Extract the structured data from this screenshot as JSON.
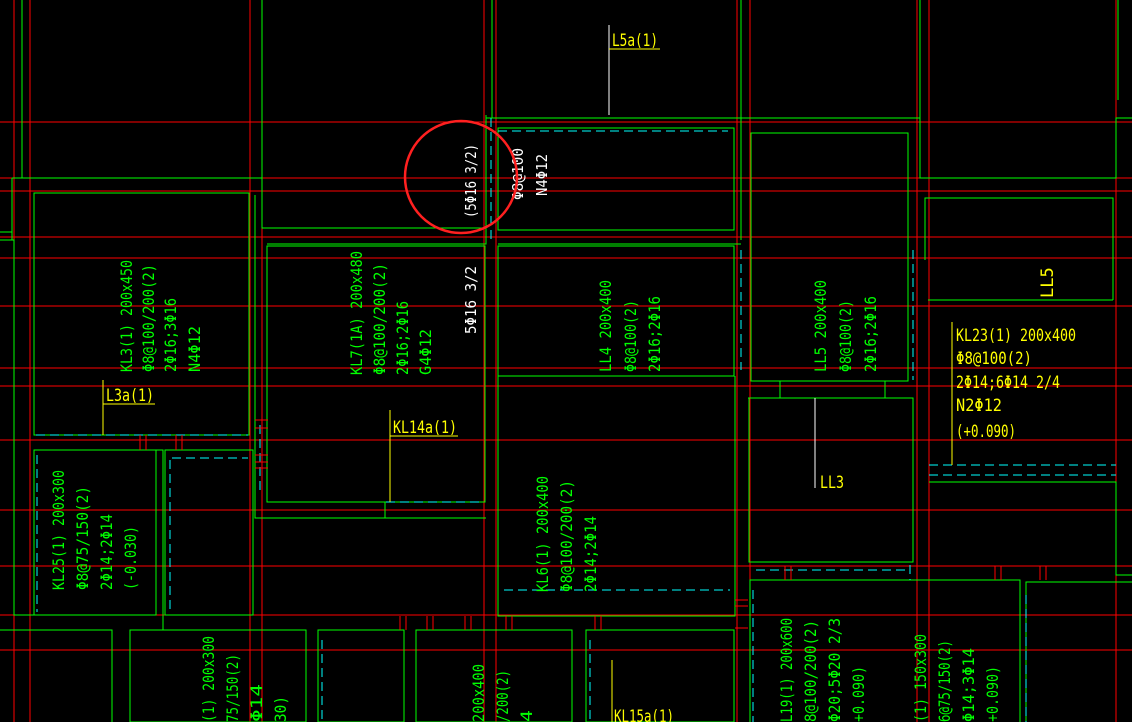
{
  "colors": {
    "background": "#000000",
    "axis": "#ff0000",
    "beam": "#00ff00",
    "hidden": "#00ffff",
    "label_yellow": "#ffff00",
    "label_white": "#ffffff",
    "label_green": "#00ff00",
    "highlight": "#ff2020"
  },
  "labels": {
    "l5a": "L5a(1)",
    "l3a": "L3a(1)",
    "kl14a": "KL14a(1)",
    "ll3": "LL3",
    "ll5_top": "LL5",
    "kl15a": "KL15a(1)",
    "circle_tag": "(5Φ16 3/2)",
    "slab_stirrup": "Φ8@100",
    "slab_torsion": "N4Φ12",
    "beam_bar": "5Φ16 3/2",
    "kl3": {
      "l1": "KL3(1) 200x450",
      "l2": "Φ8@100/200(2)",
      "l3": "2Φ16;3Φ16",
      "l4": "N4Φ12"
    },
    "kl7": {
      "l1": "KL7(1A) 200x480",
      "l2": "Φ8@100/200(2)",
      "l3": "2Φ16;2Φ16",
      "l4": "G4Φ12"
    },
    "ll4": {
      "l1": "LL4 200x400",
      "l2": "Φ8@100(2)",
      "l3": "2Φ16;2Φ16"
    },
    "ll5": {
      "l1": "LL5 200x400",
      "l2": "Φ8@100(2)",
      "l3": "2Φ16;2Φ16"
    },
    "kl23": {
      "l1": "KL23(1) 200x400",
      "l2": "Φ8@100(2)",
      "l3": "2Φ14;6Φ14  2/4",
      "l4": "N2Φ12",
      "l5": "(+0.090)"
    },
    "kl25": {
      "l1": "KL25(1) 200x300",
      "l2": "Φ8@75/150(2)",
      "l3": "2Φ14;2Φ14",
      "l4": "(-0.030)"
    },
    "kl6": {
      "l1": "KL6(1) 200x400",
      "l2": "Φ8@100/200(2)",
      "l3": "2Φ14;2Φ14"
    },
    "bottom_left": {
      "l1": "(1) 200x300",
      "l2": "75/150(2)",
      "l3": "Φ14",
      "l4": "30)"
    },
    "bottom_mid": {
      "l1": "200x400",
      "l2": "/200(2)",
      "l3": "4"
    },
    "kl19": {
      "l1": "L19(1) 200x600",
      "l2": "8@100/200(2)",
      "l3": "Φ20;5Φ20 2/3",
      "l4": "+0.090)"
    },
    "bottom_right": {
      "l1": "(1) 150x300",
      "l2": "6@75/150(2)",
      "l3": "Φ14;3Φ14",
      "l4": "+0.090)"
    }
  }
}
